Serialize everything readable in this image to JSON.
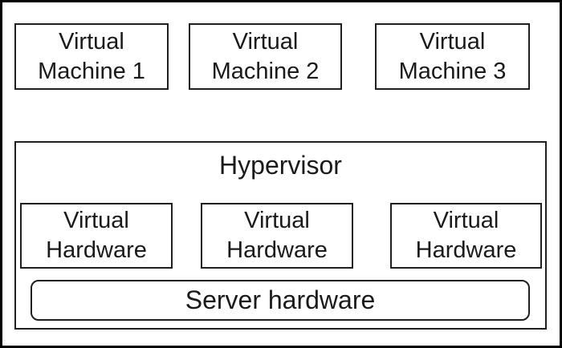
{
  "diagram": {
    "background_color": "#ffffff",
    "border_color": "#000000",
    "text_color": "#1a1a1a",
    "virtual_machines": [
      {
        "line1": "Virtual",
        "line2": "Machine 1"
      },
      {
        "line1": "Virtual",
        "line2": "Machine 2"
      },
      {
        "line1": "Virtual",
        "line2": "Machine 3"
      }
    ],
    "hypervisor": {
      "label": "Hypervisor",
      "virtual_hardware": [
        {
          "line1": "Virtual",
          "line2": "Hardware"
        },
        {
          "line1": "Virtual",
          "line2": "Hardware"
        },
        {
          "line1": "Virtual",
          "line2": "Hardware"
        }
      ],
      "server_hardware": {
        "label": "Server hardware"
      }
    }
  }
}
